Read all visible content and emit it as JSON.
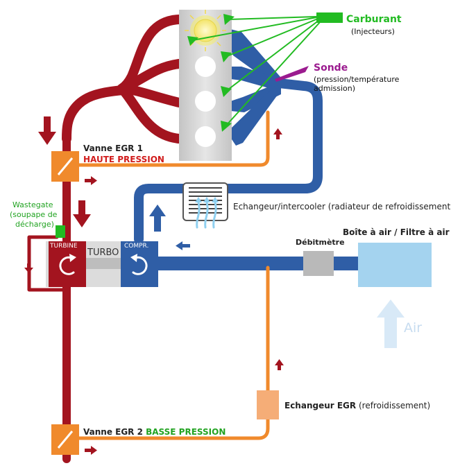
{
  "colors": {
    "exhaust": "#a3141f",
    "intake": "#2f5ea6",
    "egr": "#f08a2c",
    "fuel": "#22bb22",
    "sensor": "#9b1b8f",
    "air_box": "#a4d3ef",
    "block": "#cfcfcf",
    "lowpressure": "#21a321",
    "highpressure": "#d11c1c"
  },
  "labels": {
    "carburant": "Carburant",
    "carburant_sub": "(Injecteurs)",
    "sonde": "Sonde",
    "sonde_sub_1": "(pression/température",
    "sonde_sub_2": "admission)",
    "egr1_title": "Vanne EGR 1",
    "egr1_sub": "HAUTE PRESSION",
    "wastegate_1": "Wastegate",
    "wastegate_2": "(soupape de",
    "wastegate_3": "décharge)",
    "intercooler": "Echangeur/intercooler (radiateur de refroidissement)",
    "debitmetre": "Débitmètre",
    "airbox": "Boîte à air / Filtre à air",
    "turbine": "TURBINE",
    "turbo": "TURBO",
    "compr": "COMPR.",
    "air": "Air",
    "egr_cooler_name": "Echangeur EGR",
    "egr_cooler_sub": " (refroidissement)",
    "egr2_title": "Vanne EGR 2 ",
    "egr2_sub": "BASSE PRESSION"
  }
}
